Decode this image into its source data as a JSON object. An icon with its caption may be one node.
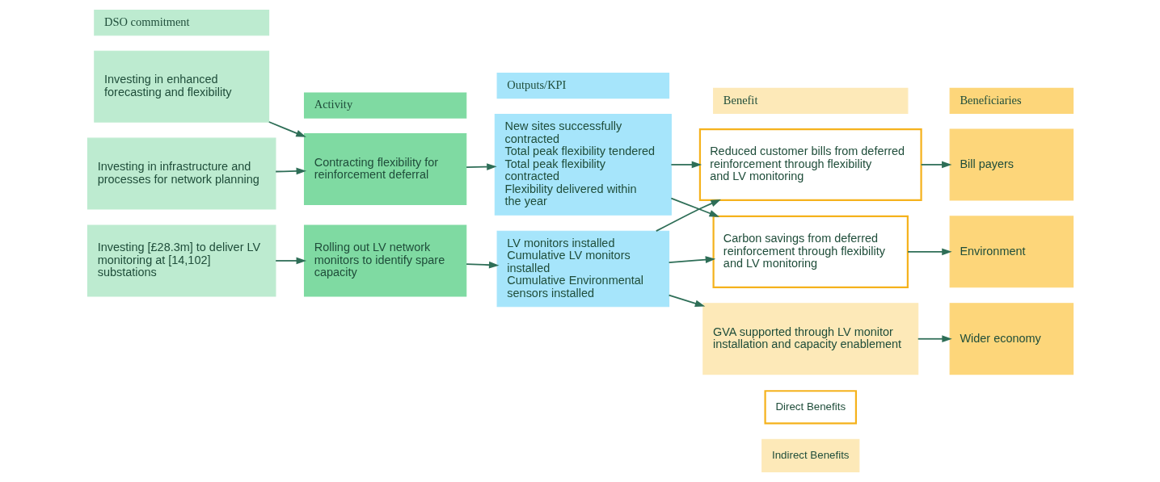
{
  "diagram": {
    "nodes": [
      {
        "text": [
          "DSO commitment"
        ]
      },
      {
        "text": [
          "Activity"
        ]
      },
      {
        "text": [
          "Outputs/KPI"
        ]
      },
      {
        "text": [
          "Benefit"
        ]
      },
      {
        "text": [
          "Beneficiaries"
        ]
      },
      {
        "text": [
          "Investing in enhanced forecasting and flexibility"
        ]
      },
      {
        "text": [
          "Investing in infrastructure and processes for network planning"
        ]
      },
      {
        "text": [
          "Investing [£28.3m] to deliver LV monitoring at [14,102] substations"
        ]
      },
      {
        "text": [
          "Contracting flexibility for reinforcement deferral"
        ]
      },
      {
        "text": [
          "Rolling out LV network monitors to identify spare capacity"
        ]
      },
      {
        "text": [
          "New sites successfully contracted",
          "Total peak flexibility tendered",
          "Total peak flexibility contracted",
          "Flexibility delivered within the year"
        ]
      },
      {
        "text": [
          "LV monitors installed",
          "Cumulative LV monitors installed",
          "Cumulative Environmental sensors installed"
        ]
      },
      {
        "text": [
          "Reduced customer bills from deferred reinforcement through flexibility and LV monitoring"
        ]
      },
      {
        "text": [
          "Carbon savings from deferred reinforcement through flexibility and LV monitoring"
        ]
      },
      {
        "text": [
          "GVA supported through LV monitor installation and capacity enablement"
        ]
      },
      {
        "text": [
          "Bill payers"
        ]
      },
      {
        "text": [
          "Environment"
        ]
      },
      {
        "text": [
          "Wider economy"
        ]
      }
    ],
    "edges": [
      {
        "from": 5,
        "to": 8,
        "arrow": "to"
      },
      {
        "from": 6,
        "to": 8,
        "arrow": "to"
      },
      {
        "from": 7,
        "to": 9,
        "arrow": "to"
      },
      {
        "from": 8,
        "to": 10,
        "arrow": "to"
      },
      {
        "from": 9,
        "to": 11,
        "arrow": "to"
      },
      {
        "from": 10,
        "to": 12,
        "arrow": "to"
      },
      {
        "from": 10,
        "to": 13,
        "arrow": "to"
      },
      {
        "from": 11,
        "to": 12,
        "arrow": "to"
      },
      {
        "from": 11,
        "to": 13,
        "arrow": "to"
      },
      {
        "from": 11,
        "to": 14,
        "arrow": "to"
      },
      {
        "from": 12,
        "to": 15,
        "arrow": "to"
      },
      {
        "from": 13,
        "to": 16,
        "arrow": "to"
      },
      {
        "from": 14,
        "to": 17,
        "arrow": "to"
      }
    ],
    "legend": [
      {
        "text": "Direct Benefits"
      },
      {
        "text": "Indirect Benefits",
        "color": "#fde9b8"
      }
    ]
  }
}
